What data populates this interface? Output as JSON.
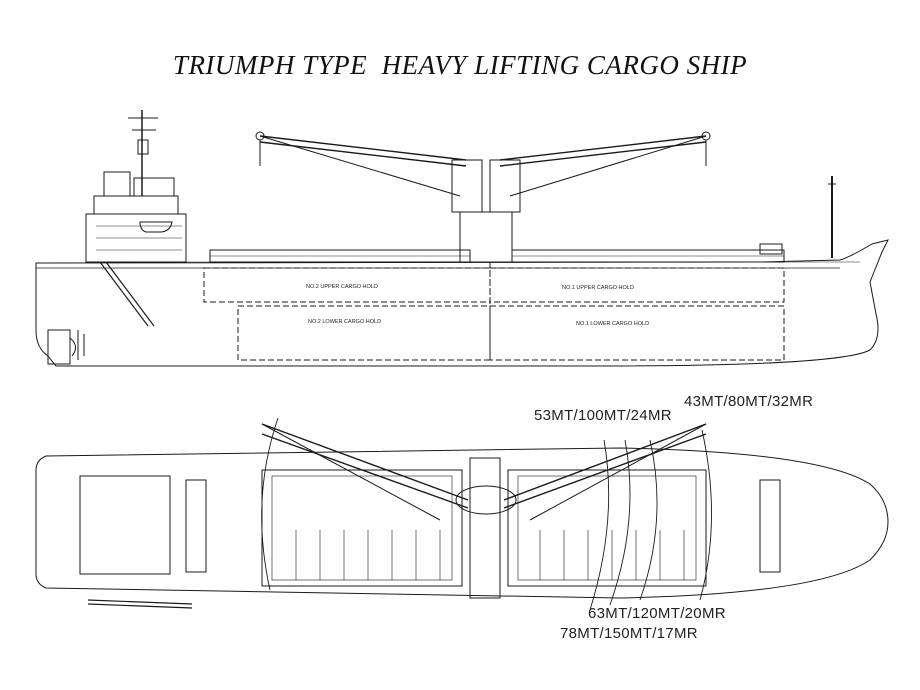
{
  "title": "TRIUMPH TYPE  HEAVY LIFTING CARGO SHIP",
  "profile": {
    "holds": [
      {
        "id": "no2-upper",
        "label": "NO.2 UPPER CARGO HOLD"
      },
      {
        "id": "no1-upper",
        "label": "NO.1 UPPER CARGO HOLD"
      },
      {
        "id": "no2-lower",
        "label": "NO.2 LOWER CARGO HOLD"
      },
      {
        "id": "no1-lower",
        "label": "NO.1 LOWER CARGO HOLD"
      }
    ]
  },
  "plan": {
    "capacities": [
      {
        "id": "cap-43",
        "label": "43MT/80MT/32MR"
      },
      {
        "id": "cap-53",
        "label": "53MT/100MT/24MR"
      },
      {
        "id": "cap-63",
        "label": "63MT/120MT/20MR"
      },
      {
        "id": "cap-78",
        "label": "78MT/150MT/17MR"
      }
    ]
  },
  "colors": {
    "line": "#1a1a1a",
    "background": "#ffffff"
  }
}
